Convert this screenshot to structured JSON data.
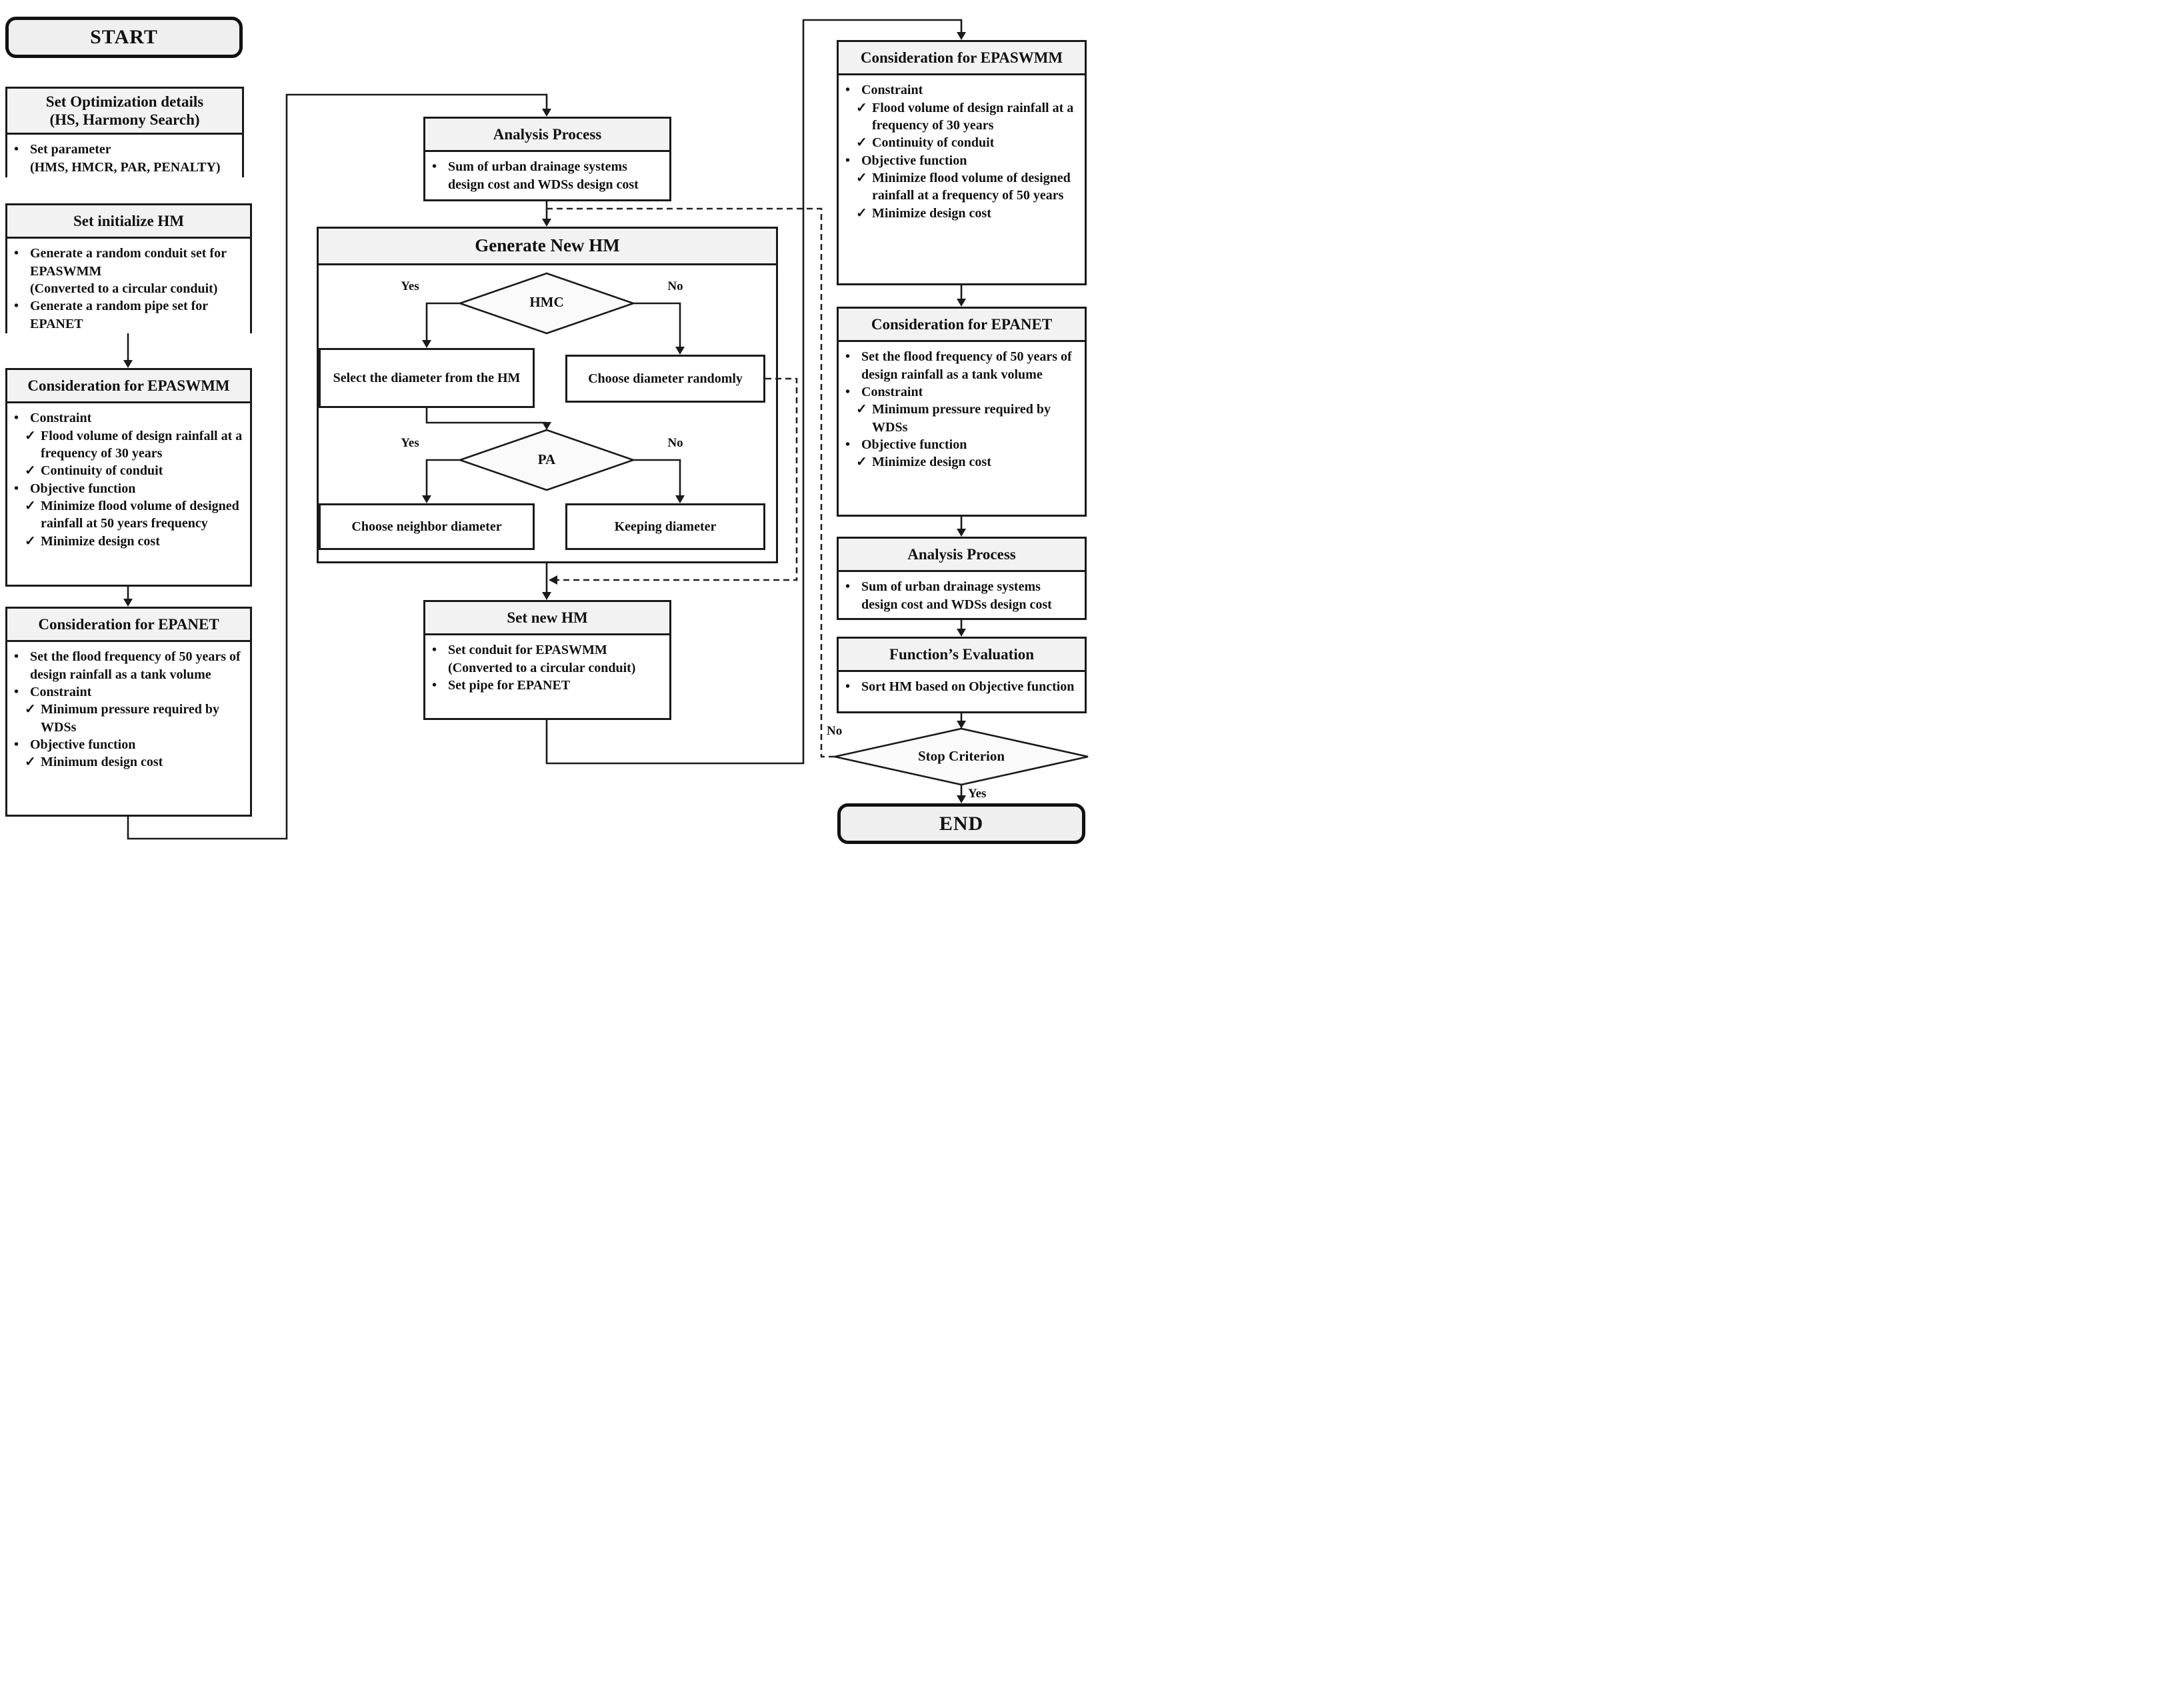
{
  "colors": {
    "border": "#1a1a1a",
    "header_bg": "#f2f2f2",
    "terminal_bg": "#efefef",
    "canvas_bg": "#ffffff",
    "diamond_bg": "#fafafa"
  },
  "nodes": {
    "start": {
      "label": "START"
    },
    "opt_details": {
      "title": "Set Optimization details",
      "subtitle": "(HS, Harmony Search)",
      "items": [
        {
          "m": "•",
          "t": "Set parameter",
          "lvl": 0
        },
        {
          "m": "",
          "t": "(HMS, HMCR, PAR, PENALTY)",
          "lvl": 0
        }
      ]
    },
    "set_initialize_hm": {
      "title": "Set initialize HM",
      "items": [
        {
          "m": "•",
          "t": "Generate a random conduit set for EPASWMM",
          "lvl": 0
        },
        {
          "m": "",
          "t": "(Converted to a circular conduit)",
          "lvl": 0
        },
        {
          "m": "•",
          "t": "Generate a random pipe set for EPANET",
          "lvl": 0
        }
      ]
    },
    "consideration_epaswmm_left": {
      "title": "Consideration for EPASWMM",
      "items": [
        {
          "m": "•",
          "t": "Constraint",
          "lvl": 0
        },
        {
          "m": "✓",
          "t": "Flood volume of design rainfall at a frequency of 30 years",
          "lvl": 1
        },
        {
          "m": "✓",
          "t": "Continuity of conduit",
          "lvl": 1
        },
        {
          "m": "•",
          "t": "Objective function",
          "lvl": 0
        },
        {
          "m": "✓",
          "t": "Minimize flood volume of designed rainfall at 50 years frequency",
          "lvl": 1
        },
        {
          "m": "✓",
          "t": "Minimize design cost",
          "lvl": 1
        }
      ]
    },
    "consideration_epanet_left": {
      "title": "Consideration for EPANET",
      "items": [
        {
          "m": "•",
          "t": "Set the flood frequency of 50 years of design rainfall as a tank volume",
          "lvl": 0
        },
        {
          "m": "•",
          "t": "Constraint",
          "lvl": 0
        },
        {
          "m": "✓",
          "t": "Minimum pressure required by WDSs",
          "lvl": 1
        },
        {
          "m": "•",
          "t": "Objective function",
          "lvl": 0
        },
        {
          "m": "✓",
          "t": "Minimum design cost",
          "lvl": 1
        }
      ]
    },
    "analysis_process_top": {
      "title": "Analysis Process",
      "items": [
        {
          "m": "•",
          "t": "Sum of urban drainage systems design cost and WDSs design cost",
          "lvl": 0
        }
      ]
    },
    "generate_new_hm": {
      "title": "Generate New HM"
    },
    "hmc_decision": {
      "label": "HMC"
    },
    "select_diameter": {
      "label": "Select the diameter from the HM"
    },
    "choose_diameter_randomly": {
      "label": "Choose diameter randomly"
    },
    "pa_decision": {
      "label": "PA"
    },
    "choose_neighbor_diameter": {
      "label": "Choose neighbor diameter"
    },
    "keeping_diameter": {
      "label": "Keeping diameter"
    },
    "set_new_hm": {
      "title": "Set new HM",
      "items": [
        {
          "m": "•",
          "t": "Set conduit for EPASWMM",
          "lvl": 0
        },
        {
          "m": "",
          "t": "(Converted to a circular conduit)",
          "lvl": 0
        },
        {
          "m": "•",
          "t": "Set pipe for EPANET",
          "lvl": 0
        }
      ]
    },
    "consideration_epaswmm_right": {
      "title": "Consideration for EPASWMM",
      "items": [
        {
          "m": "•",
          "t": "Constraint",
          "lvl": 0
        },
        {
          "m": "✓",
          "t": "Flood volume of design rainfall at a frequency of 30 years",
          "lvl": 1
        },
        {
          "m": "✓",
          "t": "Continuity of conduit",
          "lvl": 1
        },
        {
          "m": "•",
          "t": "Objective function",
          "lvl": 0
        },
        {
          "m": "✓",
          "t": "Minimize flood volume of designed rainfall at a frequency of 50 years",
          "lvl": 1
        },
        {
          "m": "✓",
          "t": "Minimize design cost",
          "lvl": 1
        }
      ]
    },
    "consideration_epanet_right": {
      "title": "Consideration for EPANET",
      "items": [
        {
          "m": "•",
          "t": "Set the flood frequency of 50 years of design rainfall as a tank volume",
          "lvl": 0
        },
        {
          "m": "•",
          "t": "Constraint",
          "lvl": 0
        },
        {
          "m": "✓",
          "t": "Minimum pressure required by WDSs",
          "lvl": 1
        },
        {
          "m": "•",
          "t": "Objective function",
          "lvl": 0
        },
        {
          "m": "✓",
          "t": "Minimize design cost",
          "lvl": 1
        }
      ]
    },
    "analysis_process_right": {
      "title": "Analysis Process",
      "items": [
        {
          "m": "•",
          "t": "Sum of urban drainage systems design cost and WDSs design cost",
          "lvl": 0
        }
      ]
    },
    "functions_evaluation": {
      "title": "Function’s Evaluation",
      "items": [
        {
          "m": "•",
          "t": "Sort HM based on Objective function",
          "lvl": 0
        }
      ]
    },
    "stop_criterion": {
      "label": "Stop Criterion"
    },
    "end": {
      "label": "END"
    }
  },
  "edge_labels": {
    "hmc_yes": "Yes",
    "hmc_no": "No",
    "pa_yes": "Yes",
    "pa_no": "No",
    "stop_no": "No",
    "stop_yes": "Yes"
  }
}
